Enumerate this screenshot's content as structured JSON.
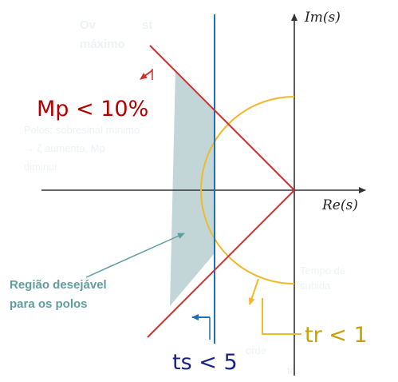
{
  "axes": {
    "imag_label": "Im(s)",
    "real_label": "Re(s)"
  },
  "constraints": [
    {
      "id": "overshoot",
      "text": "Mp < 10%",
      "color": "#b00000"
    },
    {
      "id": "settling",
      "text": "ts < 5",
      "color": "#1a237e"
    },
    {
      "id": "rise",
      "text": "tr < 1",
      "color": "#c8a000"
    }
  ],
  "region": {
    "line1": "Região desejável",
    "line2": "para os polos",
    "color": "#5f9ea0"
  },
  "colors": {
    "axis": "#333333",
    "damping_lines": "#d32f2f",
    "settling_line": "#1f6fb5",
    "rise_circle": "#f0b92b",
    "region_fill": "#b8cfd0"
  },
  "faded_text": {
    "top_a": "Ov",
    "top_b": "st",
    "top_c": "máximo",
    "mid_1": "Polos: sobresinal mínimo",
    "mid_2": "→ ζ aumenta, Mp",
    "mid_3": "diminui",
    "right_1": "Tempo de",
    "right_2": "subida",
    "bottom_a": "orde",
    "bottom_b": "to"
  }
}
